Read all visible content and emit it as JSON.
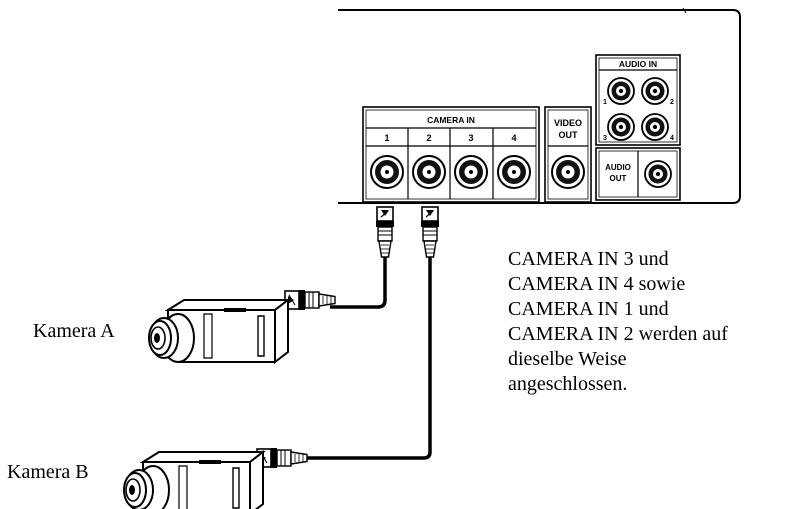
{
  "device": {
    "camera_in": {
      "label": "CAMERA IN",
      "ports": [
        "1",
        "2",
        "3",
        "4"
      ]
    },
    "video_out": {
      "line1": "VIDEO",
      "line2": "OUT"
    },
    "audio_in": {
      "label": "AUDIO IN",
      "ports": [
        "1",
        "2",
        "3",
        "4"
      ]
    },
    "audio_out": {
      "line1": "AUDIO",
      "line2": "OUT"
    }
  },
  "cameras": {
    "a_label": "Kamera A",
    "b_label": "Kamera B"
  },
  "note": "CAMERA IN 3 und\nCAMERA IN 4 sowie\nCAMERA IN 1 und\nCAMERA IN 2 werden auf\ndieselbe Weise\nangeschlossen.",
  "icons": [
    "bnc-jack-icon",
    "rca-jack-icon",
    "bnc-plug-icon",
    "camera-icon",
    "cable"
  ],
  "colors": {
    "ink": "#000000",
    "paper": "#ffffff"
  }
}
